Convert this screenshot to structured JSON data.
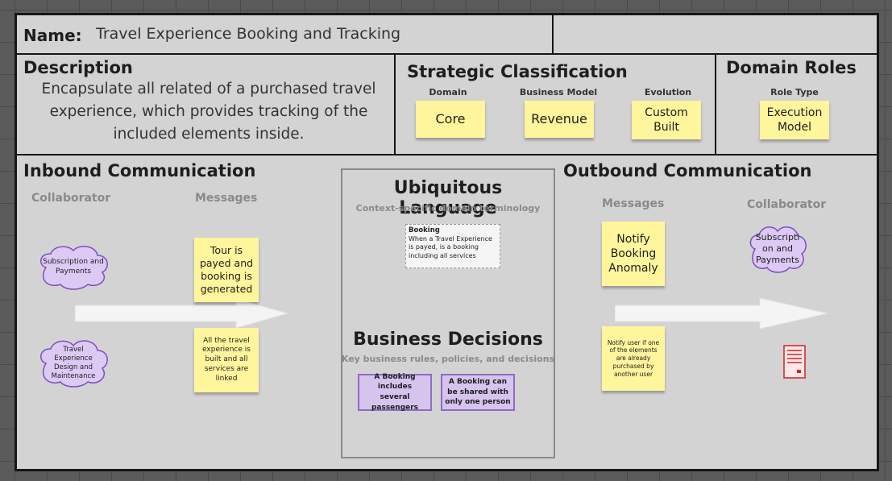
{
  "name": {
    "label": "Name:",
    "value": "Travel Experience Booking and Tracking"
  },
  "description": {
    "heading": "Description",
    "text": "Encapsulate all related of a purchased travel experience, which provides tracking of the included elements inside."
  },
  "strategic": {
    "heading": "Strategic Classification",
    "domain": {
      "label": "Domain",
      "value": "Core"
    },
    "business_model": {
      "label": "Business Model",
      "value": "Revenue"
    },
    "evolution": {
      "label": "Evolution",
      "value": "Custom Built"
    }
  },
  "roles": {
    "heading": "Domain Roles",
    "role_type": {
      "label": "Role Type",
      "value": "Execution Model"
    }
  },
  "inbound": {
    "heading": "Inbound Communication",
    "collaborator_label": "Collaborator",
    "messages_label": "Messages",
    "collaborators": [
      "Subscription and Payments",
      "Travel Experience Design and Maintenance"
    ],
    "messages": [
      "Tour is payed and booking is generated",
      "All the travel experience is built and all services are linked"
    ]
  },
  "ubiquitous": {
    "heading": "Ubiquitous Language",
    "subtitle": "Context-specific domain terminology",
    "term": "Booking",
    "definition": "When a Travel Experience is payed, is a booking including all services"
  },
  "decisions": {
    "heading": "Business Decisions",
    "subtitle": "Key business rules, policies, and decisions",
    "items": [
      "A Booking includes several passengers",
      "A Booking can be shared with only one person"
    ]
  },
  "outbound": {
    "heading": "Outbound Communication",
    "messages_label": "Messages",
    "collaborator_label": "Collaborator",
    "messages": [
      "Notify Booking Anomaly",
      "Notify user if one of the elements are already purchased by another user"
    ],
    "collaborators": [
      "Subscripti on and Payments"
    ]
  },
  "colors": {
    "sticky": "#fff59c",
    "decision_fill": "#d6c4ee",
    "decision_border": "#8f6cc4",
    "cloud_fill": "#dcc9f4",
    "cloud_stroke": "#7d4fc0",
    "server_icon": "#d62020"
  },
  "icons": {
    "outbound_collaborator_icon": "server-icon"
  }
}
